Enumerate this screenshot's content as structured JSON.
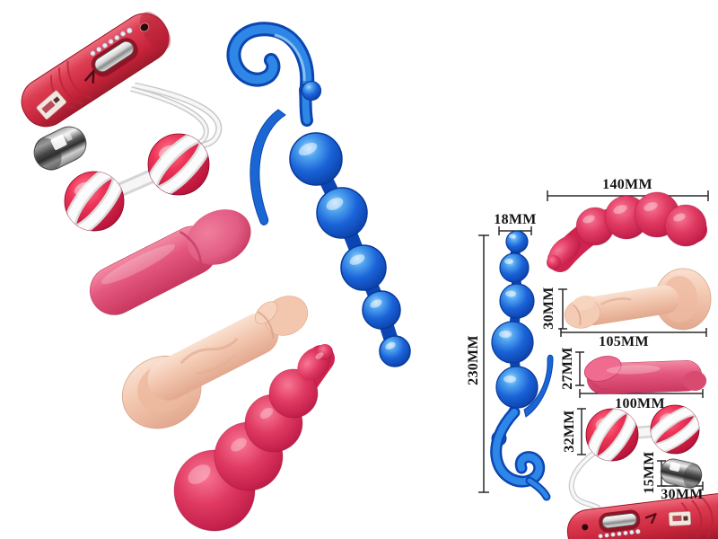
{
  "background": "#ffffff",
  "palette": {
    "device_red": "#d02940",
    "beads_blue": "#1560d6",
    "balls_red": "#e81e48",
    "pink": "#e0527a",
    "crimson": "#d92a55",
    "flesh": "#f2c7b0",
    "chrome": "#c0c0c0",
    "cord_white": "#f2f2f2",
    "dimension_line": "#2a2a2a",
    "label_text": "#141414"
  },
  "items": [
    {
      "name": "remote-controller"
    },
    {
      "name": "bullet-vibrator"
    },
    {
      "name": "duotone-balls"
    },
    {
      "name": "blue-anal-beads"
    },
    {
      "name": "pink-smooth-dong"
    },
    {
      "name": "flesh-realistic-dong"
    },
    {
      "name": "crimson-beaded-dong"
    }
  ],
  "measurements": {
    "beaded_dong_length": "140MM",
    "anal_beads_width": "18MM",
    "anal_beads_length": "230MM",
    "flesh_dong_width": "30MM",
    "flesh_dong_length": "105MM",
    "pink_dong_width": "27MM",
    "pink_dong_length": "100MM",
    "balls_width": "32MM",
    "bullet_width": "15MM",
    "bullet_length": "30MM"
  }
}
